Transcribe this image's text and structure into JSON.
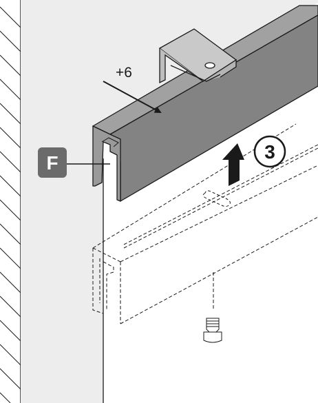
{
  "figure": {
    "labels": {
      "clearance": "+6",
      "step_number": "3",
      "part_letter": "F"
    },
    "colors": {
      "rail_front": "#838383",
      "rail_top": "#a1a1a1",
      "rail_end": "#9a9a9a",
      "bracket": "#c9c9c9",
      "wall": "#ededed",
      "part_badge": "#6b6b6b",
      "outline": "#1a1a1a"
    },
    "icons": [
      "up-arrow-icon",
      "pointer-arrow-icon",
      "screw-icon",
      "hatched-wall-icon"
    ]
  }
}
